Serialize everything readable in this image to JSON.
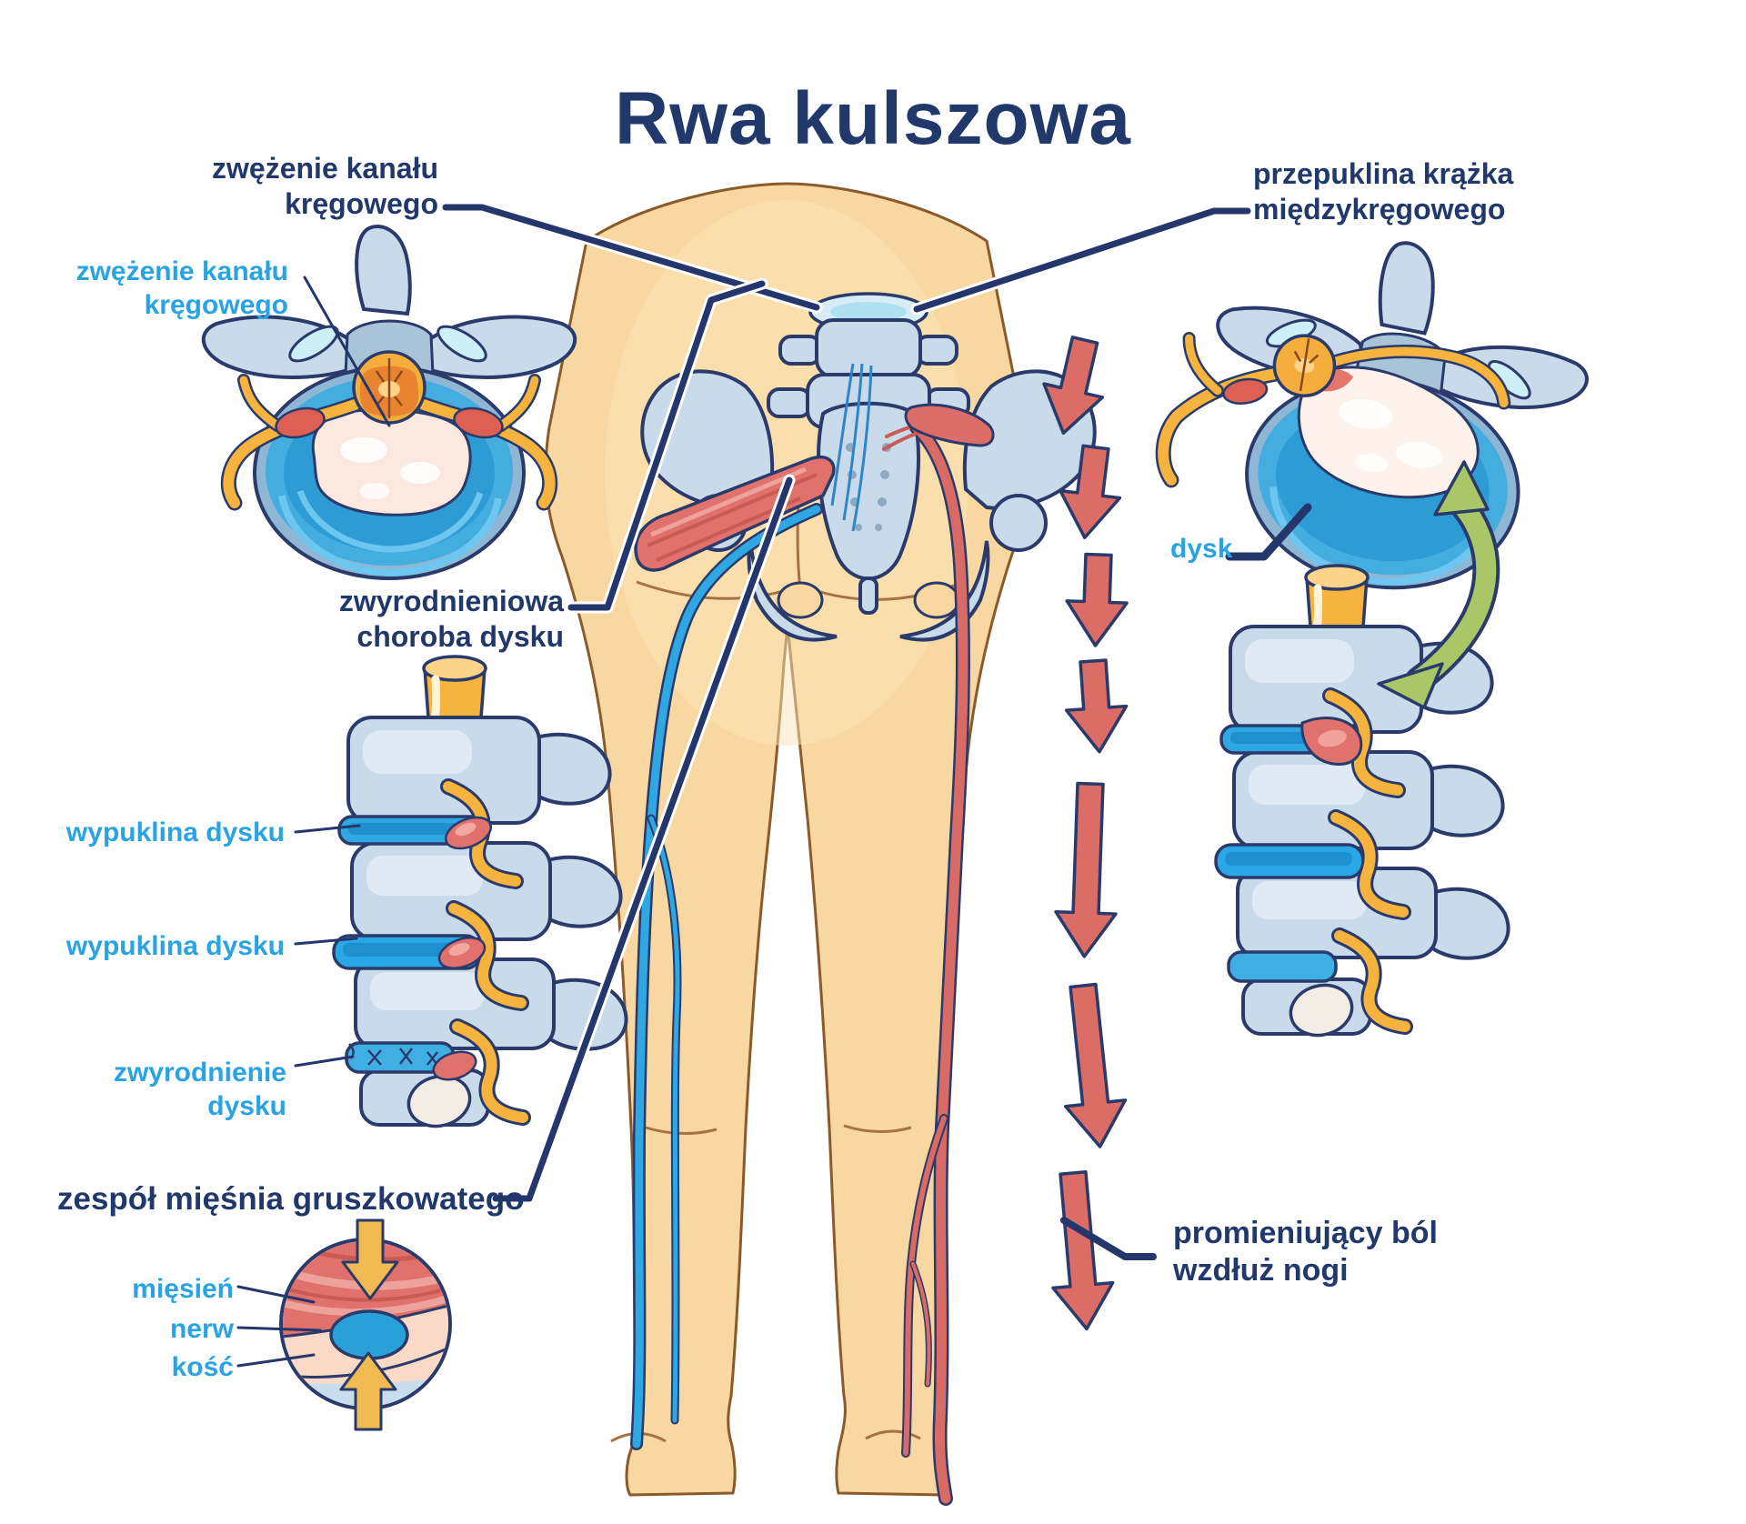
{
  "title": "Rwa kulszowa",
  "labels": {
    "spinal_stenosis_heading": [
      "zwężenie kanału",
      "kręgowego"
    ],
    "spinal_stenosis_pointer": [
      "zwężenie kanału",
      "kręgowego"
    ],
    "degenerative_disc_heading": [
      "zwyrodnieniowa",
      "choroba dysku"
    ],
    "disc_bulge_1": "wypuklina dysku",
    "disc_bulge_2": "wypuklina dysku",
    "disc_degeneration": [
      "zwyrodnienie",
      "dysku"
    ],
    "piriformis_heading": "zespół mięśnia gruszkowatego",
    "muscle": "mięsień",
    "nerve": "nerw",
    "bone": "kość",
    "herniated_disc_heading": [
      "przepuklina krążka",
      "międzykręgowego"
    ],
    "disc": "dysk",
    "radiating_pain_heading": [
      "promieniujący ból",
      "wzdłuż nogi"
    ]
  },
  "colors": {
    "heading_navy": "#21386B",
    "label_blue": "#2AA3E3",
    "outline_navy": "#2A3A6A",
    "skin": "#F8D8A0",
    "bone": "#C9DAEB",
    "disc_blue": "#2FA7E2",
    "nerve_yellow": "#F6B33D",
    "inflamed_red": "#E0716C",
    "pain_arrow_red": "#DC6C66",
    "motion_arrow_green": "#A9C767",
    "compression_arrow_yellow": "#F1BA52"
  }
}
